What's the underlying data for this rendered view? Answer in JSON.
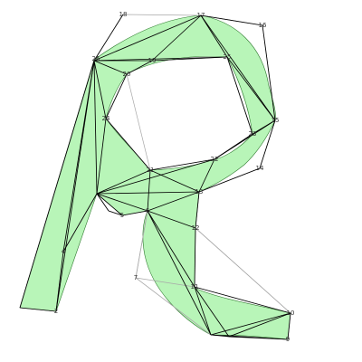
{
  "colors": {
    "fill": "#b8f5b8",
    "fill_stroke": "#2f7a2f",
    "mesh": "#000000",
    "polygon_outline": "#a8a8a8",
    "label": "#333333",
    "background": "#ffffff"
  },
  "vertices": [
    {
      "id": "2",
      "label": "2"
    },
    {
      "id": "4",
      "label": "4"
    },
    {
      "id": "5",
      "label": "5"
    },
    {
      "id": "6",
      "label": "6"
    },
    {
      "id": "7",
      "label": "7"
    },
    {
      "id": "9",
      "label": "9"
    },
    {
      "id": "10",
      "label": "10"
    },
    {
      "id": "11",
      "label": "11"
    },
    {
      "id": "12",
      "label": "12"
    },
    {
      "id": "13",
      "label": "13"
    },
    {
      "id": "14",
      "label": "14"
    },
    {
      "id": "15",
      "label": "15"
    },
    {
      "id": "16",
      "label": "16"
    },
    {
      "id": "17",
      "label": "17"
    },
    {
      "id": "18",
      "label": "18"
    },
    {
      "id": "19",
      "label": "19"
    },
    {
      "id": "20",
      "label": "20"
    },
    {
      "id": "21",
      "label": "21"
    },
    {
      "id": "22",
      "label": "22"
    },
    {
      "id": "23",
      "label": "23"
    },
    {
      "id": "24",
      "label": "24"
    },
    {
      "id": "25",
      "label": "25"
    },
    {
      "id": "26",
      "label": "26"
    }
  ]
}
